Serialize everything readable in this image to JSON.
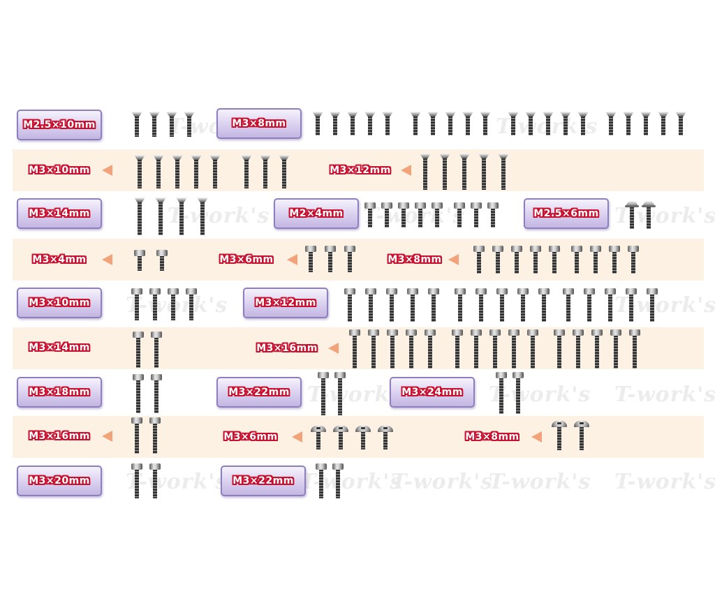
{
  "image": {
    "watermark_text": "T-work's",
    "row_labels": [
      [
        "M2.5×10mm",
        "M3×8mm"
      ],
      [
        "M3×10mm",
        "M3×12mm"
      ],
      [
        "M3×14mm",
        "M2×4mm",
        "M2.5×6mm"
      ],
      [
        "M3×4mm",
        "M3×6mm",
        "M3×8mm"
      ],
      [
        "M3×10mm",
        "M3×12mm"
      ],
      [
        "M3×14mm",
        "M3×16mm"
      ],
      [
        "M3×18mm",
        "M3×22mm",
        "M3×24mm"
      ],
      [
        "M3×16mm",
        "M3×6mm",
        "M3×8mm"
      ],
      [
        "M3×20mm",
        "M3×22mm"
      ]
    ],
    "colors": {
      "label_text": "#ffffff",
      "label_outline": "#c8102e",
      "label_box": "#d9d0ef",
      "band": "#fdf1e4",
      "arrow": "#f3a37a",
      "watermark": "#ececec"
    }
  }
}
